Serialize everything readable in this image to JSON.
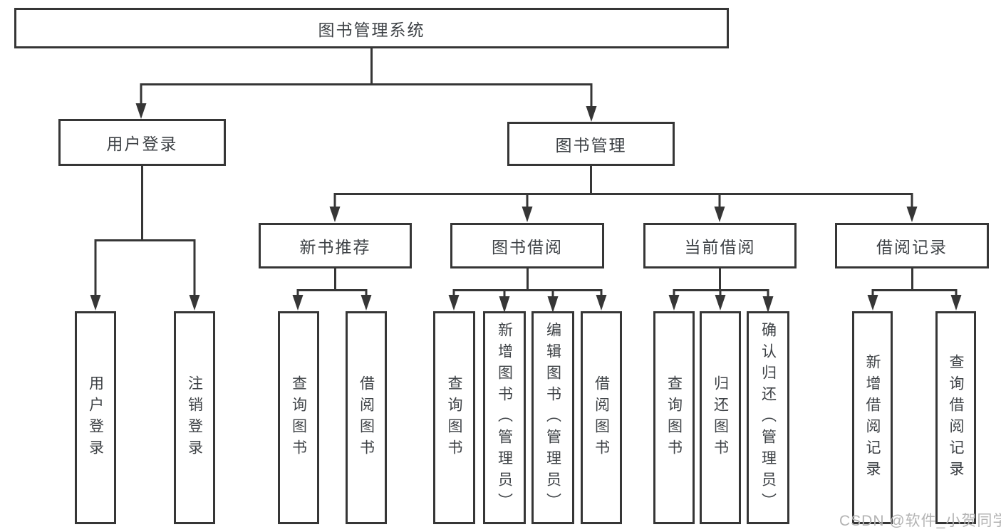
{
  "colors": {
    "line": "#363636",
    "text": "#3e4246",
    "watermark": "#b3b3b3",
    "background": "#ffffff"
  },
  "watermark": {
    "text": "CSDN @软件_小贺同学"
  },
  "diagram": {
    "root": {
      "label": "图书管理系统"
    },
    "branches": [
      {
        "id": "user-login",
        "label": "用户登录",
        "leaves": [
          "用户登录",
          "注销登录"
        ]
      },
      {
        "id": "book-management",
        "label": "图书管理",
        "sections": [
          {
            "label": "新书推荐",
            "leaves": [
              "查询图书",
              "借阅图书"
            ]
          },
          {
            "label": "图书借阅",
            "leaves": [
              "查询图书",
              "新增图书（管理员）",
              "编辑图书（管理员）",
              "借阅图书"
            ]
          },
          {
            "label": "当前借阅",
            "leaves": [
              "查询图书",
              "归还图书",
              "确认归还（管理员）"
            ]
          },
          {
            "label": "借阅记录",
            "leaves": [
              "新增借阅记录",
              "查询借阅记录"
            ]
          }
        ]
      }
    ]
  }
}
